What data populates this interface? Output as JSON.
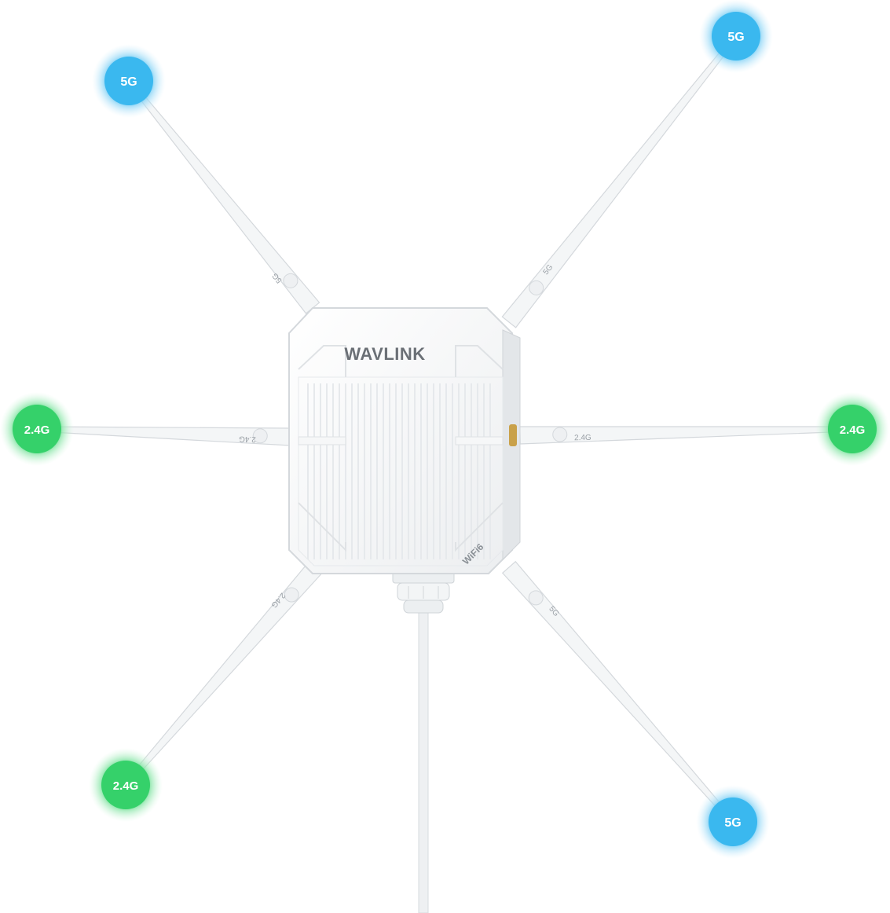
{
  "device": {
    "brand": "WAVLINK",
    "wifi_label": "WiFi6",
    "colors": {
      "body": "#f6f7f8",
      "edge": "#e1e4e7",
      "ribs": "#e6e9ec"
    }
  },
  "bands": [
    {
      "id": "top-left",
      "label": "5G",
      "antenna_label": "5G",
      "color": "#3ab8ef"
    },
    {
      "id": "top-right",
      "label": "5G",
      "antenna_label": "5G",
      "color": "#3ab8ef"
    },
    {
      "id": "left",
      "label": "2.4G",
      "antenna_label": "2.4G",
      "color": "#35d16a"
    },
    {
      "id": "right",
      "label": "2.4G",
      "antenna_label": "2.4G",
      "color": "#35d16a"
    },
    {
      "id": "bottom-left",
      "label": "2.4G",
      "antenna_label": "2.4G",
      "color": "#35d16a"
    },
    {
      "id": "bottom-right",
      "label": "5G",
      "antenna_label": "5G",
      "color": "#3ab8ef"
    }
  ]
}
